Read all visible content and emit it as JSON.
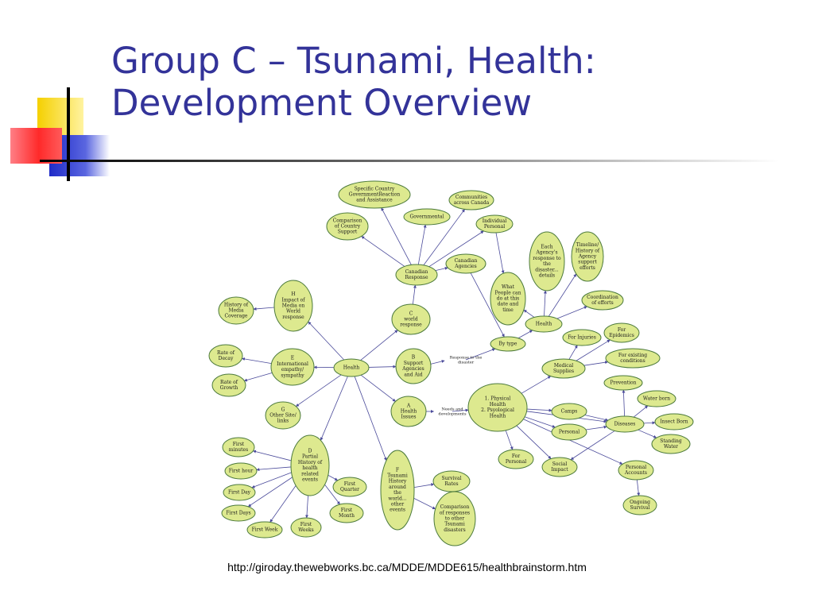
{
  "slide": {
    "title_line1": "Group C – Tsunami, Health:",
    "title_line2": "Development Overview",
    "source_url": "http://giroday.thewebworks.bc.ca/MDDE/MDDE615/healthbrainstorm.htm"
  },
  "colors": {
    "title": "#333399",
    "node_fill": "#dde98f",
    "node_stroke": "#4c7a3c",
    "edge": "#4a4a9a",
    "deco_yellow": "#f5d000",
    "deco_red": "#ff3b30",
    "deco_blue": "#2a36c8"
  },
  "mindmap": {
    "nodes": [
      {
        "id": "specific",
        "text": [
          "Specific Country",
          "GovernmentReaction",
          "and Assistance"
        ]
      },
      {
        "id": "communities",
        "text": [
          "Communities",
          "across Canada"
        ]
      },
      {
        "id": "comparison_country",
        "text": [
          "Comparison",
          "of Country",
          "Support"
        ]
      },
      {
        "id": "governmental",
        "text": [
          "Governmental"
        ]
      },
      {
        "id": "individual",
        "text": [
          "Individual",
          "Personal"
        ]
      },
      {
        "id": "each_agency",
        "text": [
          "Each",
          "Agency's",
          "response to",
          "the",
          "disaster...",
          "details"
        ]
      },
      {
        "id": "timeline",
        "text": [
          "Timeline/",
          "History of",
          "Agency",
          "support",
          "efforts"
        ]
      },
      {
        "id": "canadian_response",
        "text": [
          "Canadian",
          "Response"
        ]
      },
      {
        "id": "canadian_agencies",
        "text": [
          "Canadian",
          "Agencies"
        ]
      },
      {
        "id": "what_people",
        "text": [
          "What",
          "People can",
          "do at this",
          "date and",
          "time"
        ]
      },
      {
        "id": "coordination",
        "text": [
          "Coordination",
          "of efforts"
        ]
      },
      {
        "id": "history_media",
        "text": [
          "History of",
          "Media",
          "Coverage"
        ]
      },
      {
        "id": "h_node",
        "text": [
          "H",
          "Impact of",
          "Media on",
          "World",
          "response"
        ]
      },
      {
        "id": "c_node",
        "text": [
          "C",
          "world",
          "response"
        ]
      },
      {
        "id": "health_r",
        "text": [
          "Health"
        ]
      },
      {
        "id": "by_type",
        "text": [
          "By type"
        ]
      },
      {
        "id": "for_injuries",
        "text": [
          "For Injuries"
        ]
      },
      {
        "id": "for_epidemics",
        "text": [
          "For",
          "Epidemics"
        ]
      },
      {
        "id": "rate_decay",
        "text": [
          "Rate of",
          "Decay"
        ]
      },
      {
        "id": "e_node",
        "text": [
          "E",
          "International",
          "empathy/",
          "sympathy"
        ]
      },
      {
        "id": "health_center",
        "text": [
          "Health"
        ]
      },
      {
        "id": "b_node",
        "text": [
          "B",
          "Support",
          "Agencies",
          "and Aid"
        ]
      },
      {
        "id": "response_disaster",
        "text": [
          "Response to the",
          "disaster"
        ]
      },
      {
        "id": "medical_supplies",
        "text": [
          "Medical",
          "Supplies"
        ]
      },
      {
        "id": "for_existing",
        "text": [
          "For existing",
          "conditions"
        ]
      },
      {
        "id": "rate_growth",
        "text": [
          "Rate of",
          "Growth"
        ]
      },
      {
        "id": "prevention",
        "text": [
          "Prevention"
        ]
      },
      {
        "id": "water_born",
        "text": [
          "Water born"
        ]
      },
      {
        "id": "g_node",
        "text": [
          "G",
          "Other Site/",
          "links"
        ]
      },
      {
        "id": "a_node",
        "text": [
          "A",
          "Health",
          "Issues"
        ]
      },
      {
        "id": "needs_dev",
        "text": [
          "Needs and",
          "developments"
        ]
      },
      {
        "id": "phys_psych",
        "text": [
          "1.  Physical",
          "Health",
          "2.  Psyological",
          "Health"
        ]
      },
      {
        "id": "camps",
        "text": [
          "Camps"
        ]
      },
      {
        "id": "diseases",
        "text": [
          "Diseases"
        ]
      },
      {
        "id": "insect_born",
        "text": [
          "Insect Born"
        ]
      },
      {
        "id": "personal",
        "text": [
          "Personal"
        ]
      },
      {
        "id": "standing_water",
        "text": [
          "Standing",
          "Water"
        ]
      },
      {
        "id": "first_minutes",
        "text": [
          "First",
          "minutes"
        ]
      },
      {
        "id": "d_node",
        "text": [
          "D",
          "Partial",
          "History of",
          "health",
          "related",
          "events"
        ]
      },
      {
        "id": "first_hour",
        "text": [
          "First hour"
        ]
      },
      {
        "id": "f_node",
        "text": [
          "F",
          "Tsunami",
          "History",
          "around",
          "the",
          "world...",
          "other",
          "events"
        ]
      },
      {
        "id": "survival_rates",
        "text": [
          "Survival",
          "Rates"
        ]
      },
      {
        "id": "for_personal",
        "text": [
          "For",
          "Personal"
        ]
      },
      {
        "id": "social_impact",
        "text": [
          "Social",
          "Impact"
        ]
      },
      {
        "id": "personal_accounts",
        "text": [
          "Personal",
          "Accounts"
        ]
      },
      {
        "id": "first_day",
        "text": [
          "First Day"
        ]
      },
      {
        "id": "first_quarter",
        "text": [
          "First",
          "Quarter"
        ]
      },
      {
        "id": "comparison_responses",
        "text": [
          "Comparison",
          "of responses",
          "to other",
          "Tsunami",
          "disasters"
        ]
      },
      {
        "id": "first_days",
        "text": [
          "First Days"
        ]
      },
      {
        "id": "first_month",
        "text": [
          "First",
          "Month"
        ]
      },
      {
        "id": "ongoing_survival",
        "text": [
          "Ongoing",
          "Survival"
        ]
      },
      {
        "id": "first_week",
        "text": [
          "First Week"
        ]
      },
      {
        "id": "first_weeks",
        "text": [
          "First",
          "Weeks"
        ]
      }
    ],
    "edges": [
      [
        "health_center",
        "h_node"
      ],
      [
        "health_center",
        "c_node"
      ],
      [
        "health_center",
        "b_node"
      ],
      [
        "health_center",
        "a_node"
      ],
      [
        "health_center",
        "e_node"
      ],
      [
        "health_center",
        "g_node"
      ],
      [
        "health_center",
        "d_node"
      ],
      [
        "health_center",
        "f_node"
      ],
      [
        "h_node",
        "history_media"
      ],
      [
        "e_node",
        "rate_decay"
      ],
      [
        "e_node",
        "rate_growth"
      ],
      [
        "c_node",
        "canadian_response"
      ],
      [
        "canadian_response",
        "specific"
      ],
      [
        "canadian_response",
        "comparison_country"
      ],
      [
        "canadian_response",
        "governmental"
      ],
      [
        "canadian_response",
        "communities"
      ],
      [
        "canadian_response",
        "individual"
      ],
      [
        "canadian_response",
        "canadian_agencies"
      ],
      [
        "individual",
        "what_people"
      ],
      [
        "canadian_agencies",
        "by_type"
      ],
      [
        "by_type",
        "health_r"
      ],
      [
        "health_r",
        "each_agency"
      ],
      [
        "health_r",
        "timeline"
      ],
      [
        "health_r",
        "coordination"
      ],
      [
        "health_r",
        "what_people"
      ],
      [
        "b_node",
        "response_disaster"
      ],
      [
        "response_disaster",
        "by_type"
      ],
      [
        "a_node",
        "needs_dev"
      ],
      [
        "needs_dev",
        "phys_psych"
      ],
      [
        "phys_psych",
        "medical_supplies"
      ],
      [
        "phys_psych",
        "camps"
      ],
      [
        "phys_psych",
        "personal"
      ],
      [
        "phys_psych",
        "for_personal"
      ],
      [
        "phys_psych",
        "social_impact"
      ],
      [
        "phys_psych",
        "personal_accounts"
      ],
      [
        "phys_psych",
        "diseases"
      ],
      [
        "medical_supplies",
        "for_injuries"
      ],
      [
        "medical_supplies",
        "for_epidemics"
      ],
      [
        "medical_supplies",
        "for_existing"
      ],
      [
        "camps",
        "diseases"
      ],
      [
        "personal",
        "diseases"
      ],
      [
        "diseases",
        "prevention"
      ],
      [
        "diseases",
        "water_born"
      ],
      [
        "diseases",
        "insect_born"
      ],
      [
        "diseases",
        "standing_water"
      ],
      [
        "diseases",
        "social_impact"
      ],
      [
        "personal_accounts",
        "ongoing_survival"
      ],
      [
        "d_node",
        "first_minutes"
      ],
      [
        "d_node",
        "first_hour"
      ],
      [
        "d_node",
        "first_day"
      ],
      [
        "d_node",
        "first_days"
      ],
      [
        "d_node",
        "first_week"
      ],
      [
        "d_node",
        "first_weeks"
      ],
      [
        "d_node",
        "first_month"
      ],
      [
        "d_node",
        "first_quarter"
      ],
      [
        "f_node",
        "survival_rates"
      ],
      [
        "f_node",
        "comparison_responses"
      ]
    ]
  }
}
